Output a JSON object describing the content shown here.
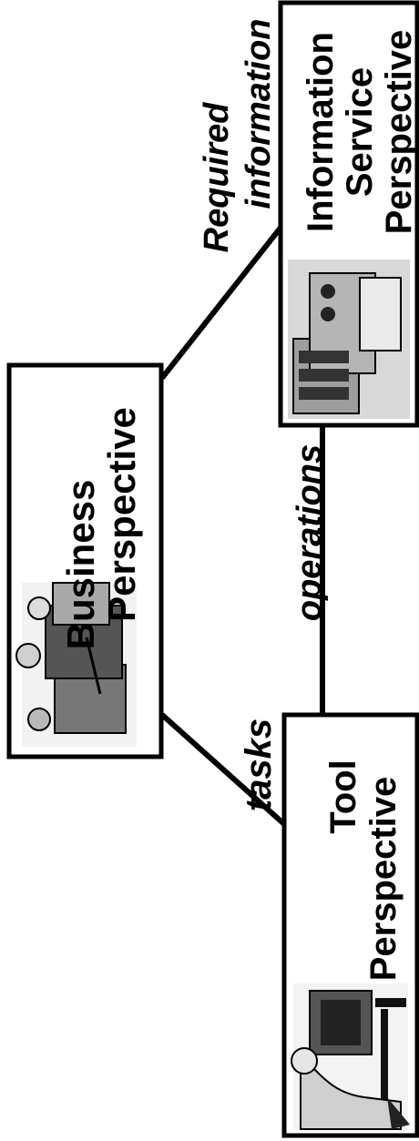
{
  "boxes": {
    "business": {
      "line1": "Business",
      "line2": "Perspective"
    },
    "tool": {
      "line1": "Tool",
      "line2": "Perspective"
    },
    "information": {
      "line1": "Information",
      "line2": "Service",
      "line3": "Perspective"
    }
  },
  "connectors": {
    "tasks": "tasks",
    "operations": "operations",
    "required_line1": "Required",
    "required_line2": "information"
  },
  "icons": {
    "business": "business-people-icon",
    "tool": "person-at-computer-icon",
    "information": "server-rack-icon"
  }
}
